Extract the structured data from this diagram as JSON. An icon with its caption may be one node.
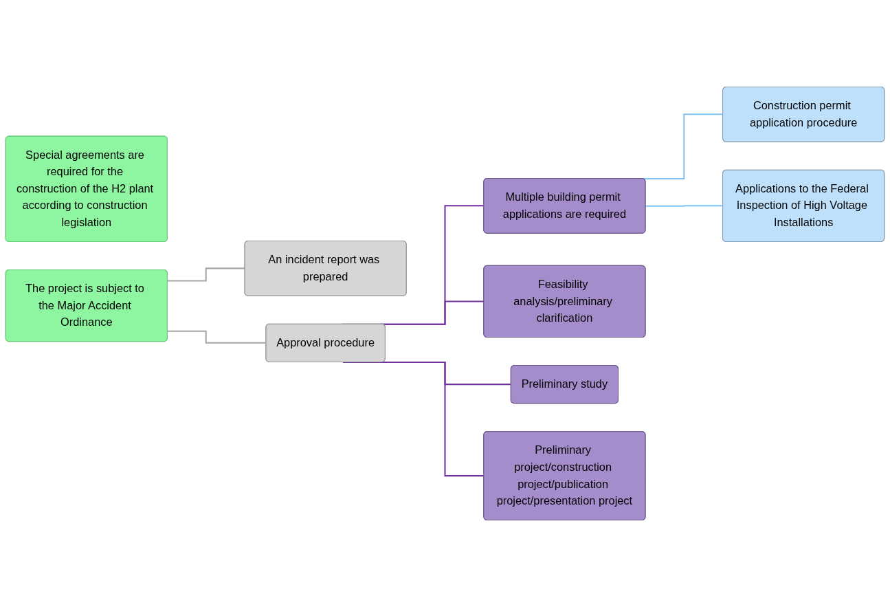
{
  "diagram": {
    "nodes": [
      {
        "text": [
          "Special agreements are required for the construction of the H2 plant according to construction legislation"
        ]
      },
      {
        "text": [
          "The project is subject to the Major Accident Ordinance"
        ]
      },
      {
        "text": [
          "An incident report was prepared"
        ]
      },
      {
        "text": [
          "Approval procedure"
        ]
      },
      {
        "text": [
          "Multiple building permit applications are required"
        ]
      },
      {
        "text": [
          "Feasibility analysis/preliminary clarification"
        ]
      },
      {
        "text": [
          "Preliminary study"
        ]
      },
      {
        "text": [
          "Preliminary project/construction project/publication project/presentation project"
        ]
      },
      {
        "text": [
          "Construction permit application procedure"
        ]
      },
      {
        "text": [
          "Applications to the Federal Inspection of High Voltage Installations"
        ]
      }
    ],
    "edges": [
      {
        "from": 1,
        "to": 2,
        "arrow": "none",
        "color": "#a6a6a6"
      },
      {
        "from": 1,
        "to": 3,
        "arrow": "none",
        "color": "#a6a6a6"
      },
      {
        "from": 3,
        "to": 4,
        "arrow": "none"
      },
      {
        "from": 3,
        "to": 5,
        "arrow": "none"
      },
      {
        "from": 3,
        "to": 6,
        "arrow": "none"
      },
      {
        "from": 3,
        "to": 7,
        "arrow": "none"
      },
      {
        "from": 4,
        "to": 8,
        "arrow": "none",
        "color": "#7fc4f5"
      },
      {
        "from": 4,
        "to": 9,
        "arrow": "none",
        "color": "#7fc4f5"
      }
    ]
  }
}
